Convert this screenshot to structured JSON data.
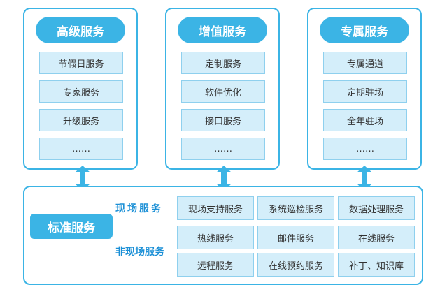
{
  "columns": [
    {
      "title": "高级服务",
      "items": [
        "节假日服务",
        "专家服务",
        "升级服务",
        "……"
      ]
    },
    {
      "title": "增值服务",
      "items": [
        "定制服务",
        "软件优化",
        "接口服务",
        "……"
      ]
    },
    {
      "title": "专属服务",
      "items": [
        "专属通道",
        "定期驻场",
        "全年驻场",
        "……"
      ]
    }
  ],
  "standard": {
    "title": "标准服务",
    "onsite_label": "现场服务",
    "offsite_label": "非现场服务",
    "onsite": [
      "现场支持服务",
      "系统巡检服务",
      "数据处理服务"
    ],
    "offsite": [
      "热线服务",
      "邮件服务",
      "在线服务",
      "远程服务",
      "在线预约服务",
      "补丁、知识库"
    ]
  },
  "colors": {
    "accent": "#3bb4e5",
    "cell_fill": "#d4eefa",
    "cell_border": "#8fd0ee",
    "label_blue": "#1a8fd6"
  },
  "icons": [
    "double-arrow-icon"
  ]
}
